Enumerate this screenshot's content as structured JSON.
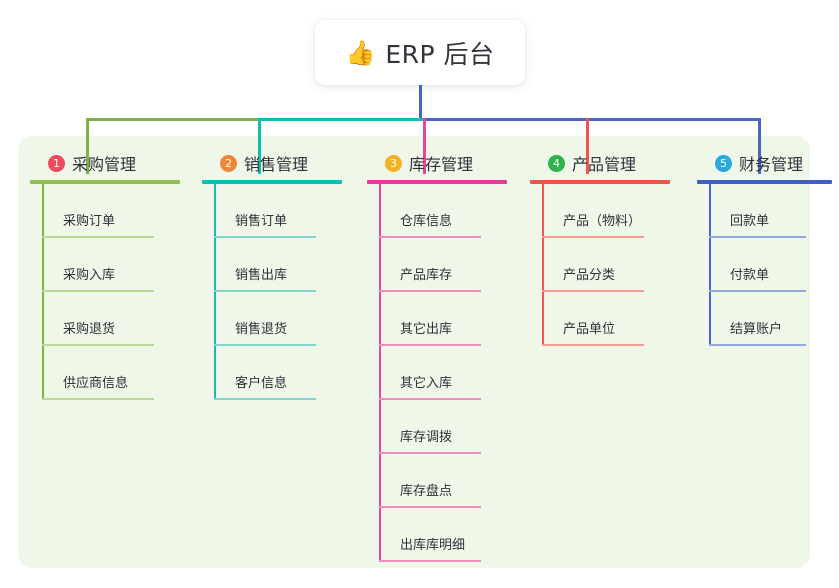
{
  "diagram": {
    "type": "mind-map",
    "root": {
      "icon": "thumbs-up-emoji",
      "emoji": "👍",
      "title": "ERP 后台"
    },
    "panel_bg": "#eef7e8",
    "branches": [
      {
        "index": "1",
        "title": "采购管理",
        "badge_color": "#ef4a5e",
        "line_color": "#7cb342",
        "rule_color": "#8cc152",
        "item_rule_color": "#b8d99a",
        "connector_color": "#7cb342",
        "items": [
          "采购订单",
          "采购入库",
          "采购退货",
          "供应商信息"
        ]
      },
      {
        "index": "2",
        "title": "销售管理",
        "badge_color": "#f08539",
        "line_color": "#18bdb0",
        "rule_color": "#0bbfb4",
        "item_rule_color": "#7fd6ce",
        "connector_color": "#0bbfb4",
        "items": [
          "销售订单",
          "销售出库",
          "销售退货",
          "客户信息"
        ]
      },
      {
        "index": "3",
        "title": "库存管理",
        "badge_color": "#f5b324",
        "line_color": "#e8469b",
        "rule_color": "#e8389a",
        "item_rule_color": "#ee8ec0",
        "connector_color": "#e8469b",
        "items": [
          "仓库信息",
          "产品库存",
          "其它出库",
          "其它入库",
          "库存调拨",
          "库存盘点",
          "出库库明细"
        ]
      },
      {
        "index": "4",
        "title": "产品管理",
        "badge_color": "#2eb24a",
        "line_color": "#f4524d",
        "rule_color": "#f4524d",
        "item_rule_color": "#f79b96",
        "connector_color": "#f4524d",
        "items": [
          "产品（物料）",
          "产品分类",
          "产品单位"
        ]
      },
      {
        "index": "5",
        "title": "财务管理",
        "badge_color": "#29a8e0",
        "line_color": "#4a64c8",
        "rule_color": "#3f5fc4",
        "item_rule_color": "#93a9e0",
        "connector_color": "#4a64c8",
        "items": [
          "回款单",
          "付款单",
          "结算账户"
        ]
      }
    ],
    "bus": {
      "stem_color": "#4a64c8",
      "segments": [
        {
          "color": "#7cb342",
          "from": 86,
          "to": 258
        },
        {
          "color": "#0bbfb4",
          "from": 258,
          "to": 423
        },
        {
          "color": "#4a64c8",
          "from": 423,
          "to": 758
        }
      ]
    }
  }
}
